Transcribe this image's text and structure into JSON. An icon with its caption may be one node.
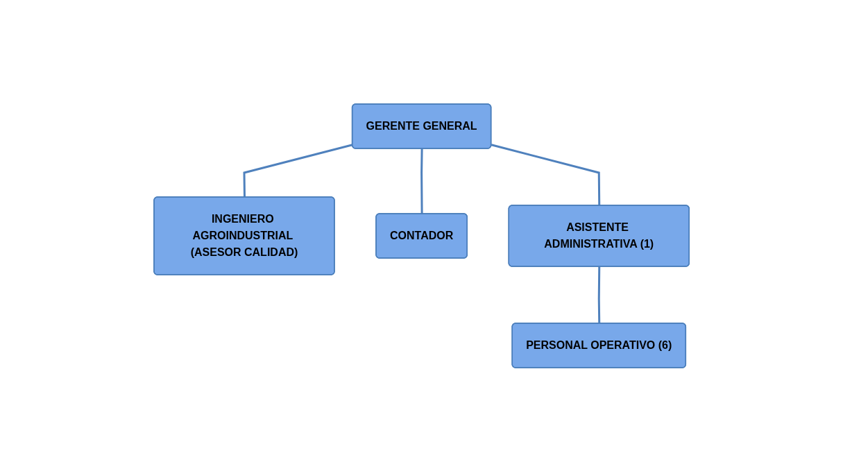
{
  "diagram": {
    "nodes": [
      {
        "text": [
          "GERENTE GENERAL"
        ]
      },
      {
        "text": [
          "INGENIERO AGROINDUSTRIAL (ASESOR CALIDAD)"
        ]
      },
      {
        "text": [
          "CONTADOR"
        ]
      },
      {
        "text": [
          "ASISTENTE ADMINISTRATIVA (1)"
        ]
      },
      {
        "text": [
          "PERSONAL OPERATIVO (6)"
        ]
      }
    ],
    "edges": [
      {
        "from": 0,
        "to": 1,
        "arrow": "none"
      },
      {
        "from": 0,
        "to": 2,
        "arrow": "none"
      },
      {
        "from": 0,
        "to": 3,
        "arrow": "none"
      },
      {
        "from": 3,
        "to": 4,
        "arrow": "none"
      }
    ]
  }
}
